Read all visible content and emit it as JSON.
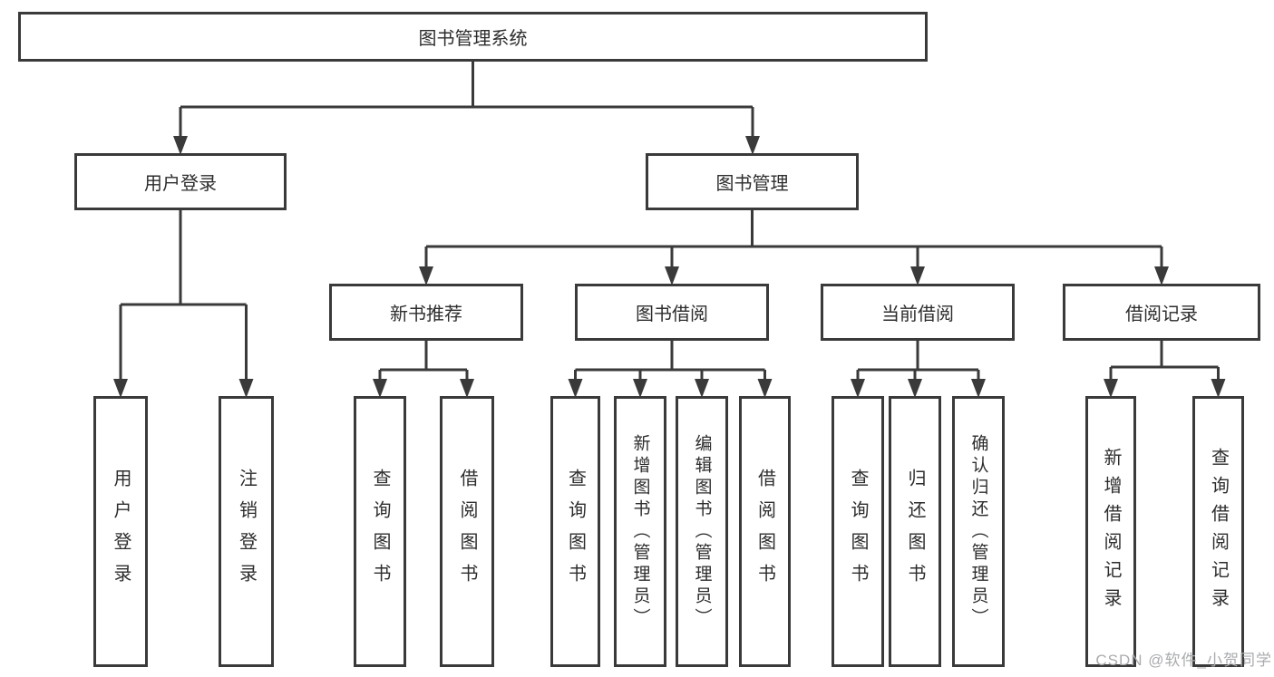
{
  "tree": {
    "label": "图书管理系统",
    "children": [
      {
        "label": "用户登录",
        "children": [
          {
            "label": "用户登录"
          },
          {
            "label": "注销登录"
          }
        ]
      },
      {
        "label": "图书管理",
        "children": [
          {
            "label": "新书推荐",
            "children": [
              {
                "label": "查询图书"
              },
              {
                "label": "借阅图书"
              }
            ]
          },
          {
            "label": "图书借阅",
            "children": [
              {
                "label": "查询图书"
              },
              {
                "label": "新增图书（管理员）"
              },
              {
                "label": "编辑图书（管理员）"
              },
              {
                "label": "借阅图书"
              }
            ]
          },
          {
            "label": "当前借阅",
            "children": [
              {
                "label": "查询图书"
              },
              {
                "label": "归还图书"
              },
              {
                "label": "确认归还（管理员）"
              }
            ]
          },
          {
            "label": "借阅记录",
            "children": [
              {
                "label": "新增借阅记录"
              },
              {
                "label": "查询借阅记录"
              }
            ]
          }
        ]
      }
    ]
  },
  "colors": {
    "line": "#3a3a3a",
    "text": "#2d2d2d",
    "watermark_text_color": "#a9abae"
  },
  "watermark": {
    "text": "CSDN @软件_小贺同学"
  }
}
